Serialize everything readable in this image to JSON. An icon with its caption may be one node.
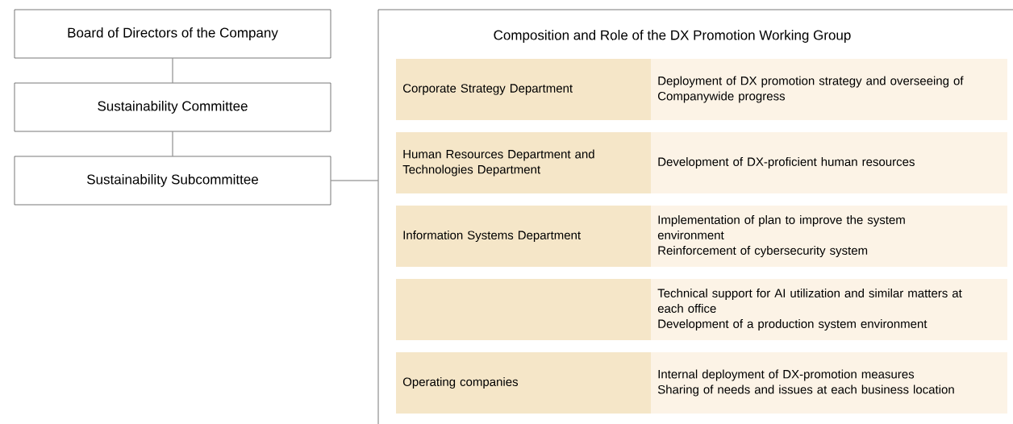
{
  "diagram": {
    "nodes": [
      {
        "text": [
          "Board of Directors of the Company"
        ]
      },
      {
        "text": [
          "Sustainability Committee"
        ]
      },
      {
        "text": [
          "Sustainability Subcommittee"
        ]
      },
      {
        "text": [
          "Composition and Role of the DX Promotion Working Group"
        ]
      },
      {
        "text": [
          "Corporate Strategy Department"
        ],
        "in": 3
      },
      {
        "text": [
          "Deployment of DX promotion strategy and overseeing of Companywide progress"
        ],
        "in": 3
      },
      {
        "text": [
          "Human Resources Department and Technologies Department"
        ],
        "in": 3
      },
      {
        "text": [
          "Development of DX-proficient human resources"
        ],
        "in": 3
      },
      {
        "text": [
          "Information Systems Department"
        ],
        "in": 3
      },
      {
        "text": [
          "Implementation of plan to improve the system environment",
          "Reinforcement of cybersecurity system"
        ],
        "in": 3
      },
      {
        "text": [],
        "shape": "box",
        "in": 3
      },
      {
        "text": [
          "Technical support for AI utilization and similar matters at each office",
          "Development of a production system environment"
        ],
        "in": 3
      },
      {
        "text": [
          "Operating companies"
        ],
        "in": 3
      },
      {
        "text": [
          "Internal deployment of DX-promotion measures",
          "Sharing of needs and issues at each business location"
        ],
        "in": 3
      }
    ],
    "edges": [
      {
        "from": 0,
        "to": 1,
        "arrow": "none"
      },
      {
        "from": 1,
        "to": 2,
        "arrow": "none"
      },
      {
        "from": 2,
        "to": 3,
        "arrow": "none"
      }
    ]
  }
}
